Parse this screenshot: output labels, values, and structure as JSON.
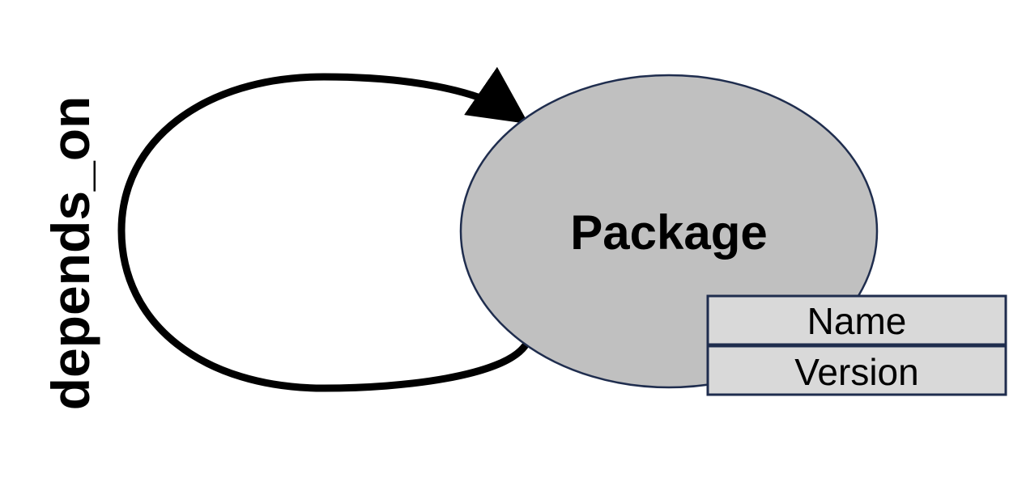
{
  "relationship": {
    "label": "depends_on"
  },
  "entity": {
    "label": "Package",
    "fill_color": "#c0c0c0",
    "stroke_color": "#1f2d4e"
  },
  "attributes": [
    {
      "label": "Name"
    },
    {
      "label": "Version"
    }
  ],
  "colors": {
    "arrow": "#000000",
    "attribute_fill": "#d9d9d9",
    "attribute_stroke": "#1f2d4e"
  }
}
